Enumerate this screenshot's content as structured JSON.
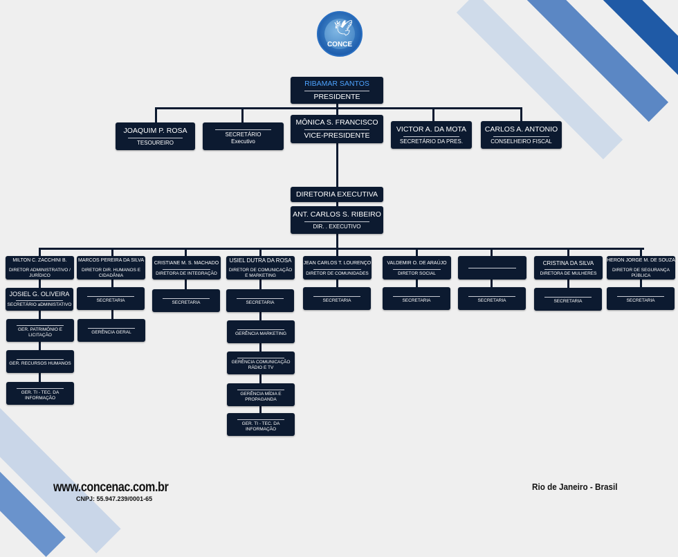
{
  "logo": {
    "text": "CONCE",
    "icon": "dove-globe-logo"
  },
  "president": {
    "name": "RIBAMAR SANTOS",
    "title": "PRESIDENTE",
    "name_color": "#4da3ff"
  },
  "board": [
    {
      "name": "JOAQUIM P. ROSA",
      "title": "TESOUREIRO"
    },
    {
      "name": "",
      "title": "SECRETÁRIO",
      "title2": "Executivo"
    },
    {
      "name": "MÔNICA S. FRANCISCO",
      "title": "VICE-PRESIDENTE"
    },
    {
      "name": "VICTOR A. DA MOTA",
      "title": "SECRETÁRIO DA PRES."
    },
    {
      "name": "CARLOS A. ANTONIO",
      "title": "CONSELHEIRO FISCAL"
    }
  ],
  "diretoria": {
    "label": "DIRETORIA EXECUTIVA",
    "name": "ANT. CARLOS S. RIBEIRO",
    "title": "DIR.  . EXECUTIVO"
  },
  "columns": [
    {
      "name": "MILTON C. ZACCHINI B.",
      "title": "DIRETOR ADMINISTRATIVO / JURÍDICO",
      "subs": [
        {
          "name": "JOSIEL G. OLIVEIRA",
          "title": "SECRETÁRIO aDMINISTATIVO"
        },
        {
          "title": "GER. PATRIMÔNIO E LICITAÇÃO"
        },
        {
          "title": "GER. RECURSOS HUMANOS"
        },
        {
          "title": "GER. TI - TEC. DA INFORMAÇÃO"
        }
      ]
    },
    {
      "name": "MARCOS PEREIRA DA SILVA",
      "title": "DIRETOR DIR. HUMANOS E CIDADÂNIA",
      "subs": [
        {
          "title": "SECRETARIA"
        },
        {
          "title": "GERÊNCIA  GERAL"
        }
      ]
    },
    {
      "name": "CRISTIANE M. S. MACHADO",
      "title": "DIRETORA DE INTEGRAÇÃO",
      "subs": [
        {
          "title": "SECRETARIA"
        }
      ]
    },
    {
      "name": "USIEL DUTRA DA ROSA",
      "title": "DIRETOR DE COMUNICAÇÃO E MARKETING",
      "subs": [
        {
          "title": "SECRETARIA"
        },
        {
          "title": "GERÊNCIA MARKETING"
        },
        {
          "title": "GERÊNCIA   COMUNICAÇÃO RÁDIO E TV"
        },
        {
          "title": "GERÊNCIA   MÍDIA E PROPAGANDA"
        },
        {
          "title": "GER. TI - TEC. DA INFORMAÇÃO"
        }
      ]
    },
    {
      "name": "JEAN CARLOS T. LOURENÇO",
      "title": "DIRETOR DE COMUNIDADES",
      "subs": [
        {
          "title": "SECRETARIA"
        }
      ]
    },
    {
      "name": "VALDEMIR O. DE ARAÚJO",
      "title": "DIRETOR SOCIAL",
      "subs": [
        {
          "title": "SECRETARIA"
        }
      ]
    },
    {
      "name": "",
      "title": "",
      "subs": [
        {
          "title": "SECRETARIA"
        }
      ]
    },
    {
      "name": "CRISTINA DA SILVA",
      "title": "DIRETORA DE MULHERES",
      "subs": [
        {
          "title": "SECRETARIA"
        }
      ]
    },
    {
      "name": "HERON JORGE M. DE SOUZA",
      "title": "DIRETOR DE SEGURANÇA PÚBLICA",
      "subs": [
        {
          "title": "SECRETARIA"
        }
      ]
    }
  ],
  "footer": {
    "website": "www.concenac.com.br",
    "cnpj": "CNPJ: 55.947.239/0001-65",
    "location": "Rio de Janeiro - Brasil"
  }
}
